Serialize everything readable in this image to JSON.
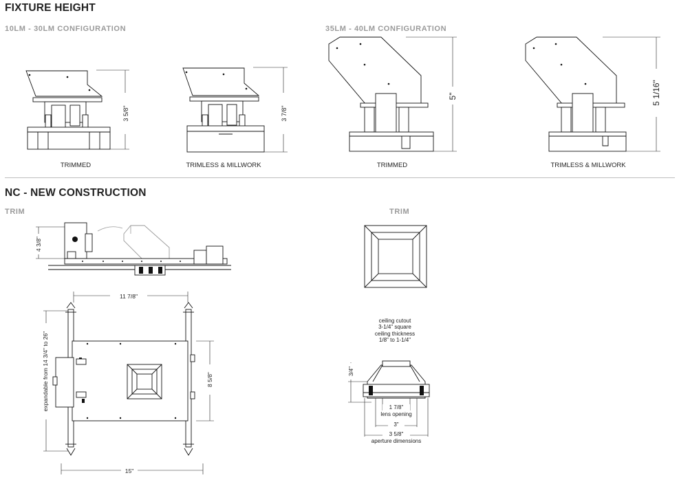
{
  "sections": {
    "fixture_height": {
      "title": "FIXTURE HEIGHT",
      "config_a_title": "10LM - 30LM CONFIGURATION",
      "config_b_title": "35LM - 40LM CONFIGURATION",
      "captions": [
        "TRIMMED",
        "TRIMLESS & MILLWORK",
        "TRIMMED",
        "TRIMLESS & MILLWORK"
      ],
      "dimensions": [
        "3 5/8\"",
        "3 7/8\"",
        "5\"",
        "5 1/16\""
      ]
    },
    "nc": {
      "title": "NC - NEW CONSTRUCTION",
      "left_label": "TRIM",
      "right_label": "TRIM",
      "side_height": "4 3/8\"",
      "frame_width": "11 7/8\"",
      "frame_inner_height": "8 5/8\"",
      "frame_span": "15\"",
      "frame_expandable": "expandable from 14 3/4\" to 26\"",
      "cutout_note": [
        "ceiling cutout",
        "3-1/4\" square",
        "ceiling thickness",
        "1/8\" to 1-1/4\""
      ],
      "trim_depth": "3/4\"",
      "lens_size": "1 7/8\"",
      "lens_label": "lens opening",
      "inner_size": "3\"",
      "aperture_size": "3 5/8\"",
      "aperture_label": "aperture dimensions"
    }
  }
}
